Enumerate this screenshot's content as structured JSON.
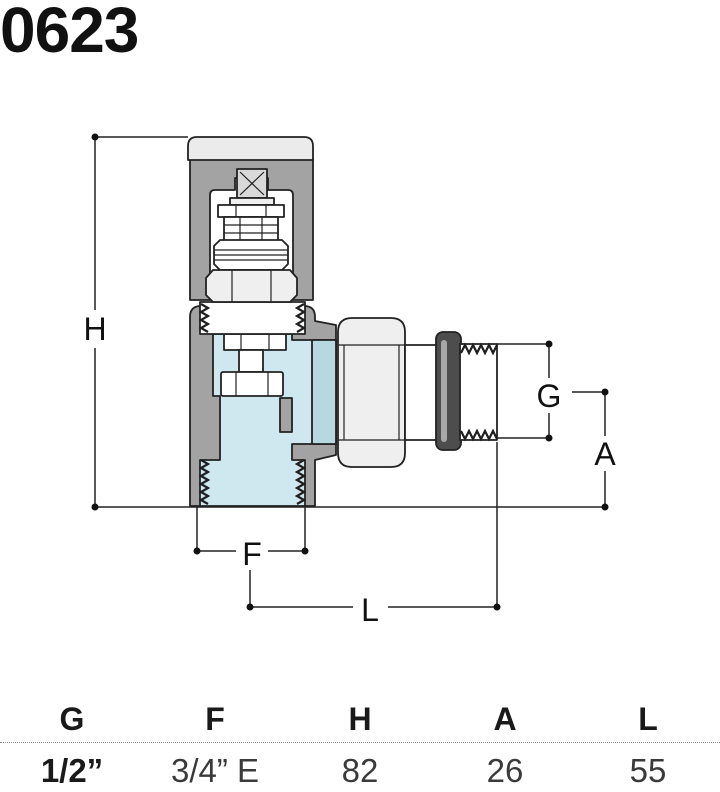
{
  "title": "0623",
  "drawing": {
    "dimension_labels": {
      "h": "H",
      "g": "G",
      "a": "A",
      "f": "F",
      "l": "L"
    }
  },
  "table": {
    "headers": [
      "G",
      "F",
      "H",
      "A",
      "L"
    ],
    "rows": [
      [
        "1/2”",
        "3/4” E",
        "82",
        "26",
        "55"
      ]
    ]
  },
  "colors": {
    "text": "#111111",
    "body_gray": "#a3a3a3",
    "water_blue": "#cfe7ee",
    "insert_blue": "#b7d7e1",
    "collar_dark": "#4d4d4d"
  }
}
